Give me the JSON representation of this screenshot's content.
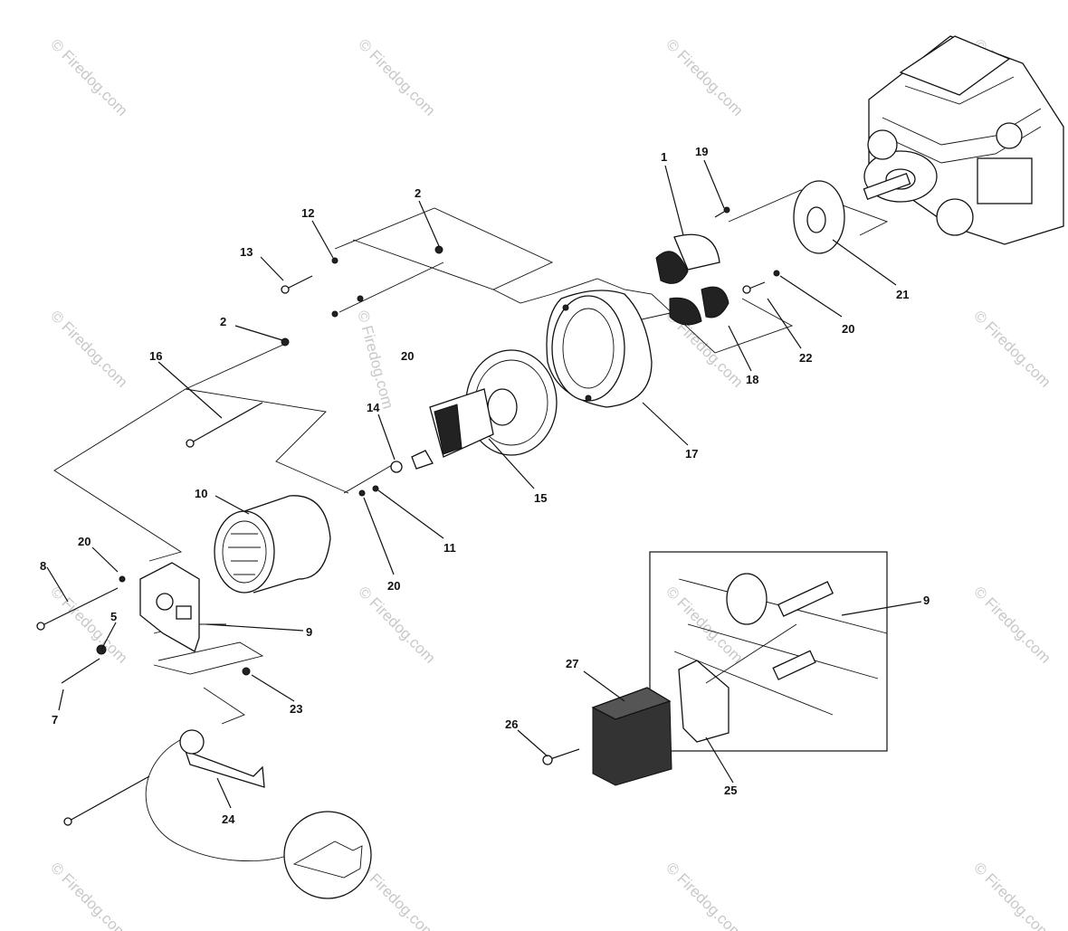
{
  "watermark": "© Firedog.com",
  "callouts": [
    {
      "id": "c1",
      "text": "1"
    },
    {
      "id": "c19",
      "text": "19"
    },
    {
      "id": "c2a",
      "text": "2"
    },
    {
      "id": "c12",
      "text": "12"
    },
    {
      "id": "c13",
      "text": "13"
    },
    {
      "id": "c2b",
      "text": "2"
    },
    {
      "id": "c20a",
      "text": "20"
    },
    {
      "id": "c16",
      "text": "16"
    },
    {
      "id": "c14",
      "text": "14"
    },
    {
      "id": "c15",
      "text": "15"
    },
    {
      "id": "c17",
      "text": "17"
    },
    {
      "id": "c18",
      "text": "18"
    },
    {
      "id": "c22",
      "text": "22"
    },
    {
      "id": "c20b",
      "text": "20"
    },
    {
      "id": "c21",
      "text": "21"
    },
    {
      "id": "c10",
      "text": "10"
    },
    {
      "id": "c11",
      "text": "11"
    },
    {
      "id": "c20c",
      "text": "20"
    },
    {
      "id": "c20d",
      "text": "20"
    },
    {
      "id": "c8",
      "text": "8"
    },
    {
      "id": "c5",
      "text": "5"
    },
    {
      "id": "c9a",
      "text": "9"
    },
    {
      "id": "c7",
      "text": "7"
    },
    {
      "id": "c23",
      "text": "23"
    },
    {
      "id": "c24",
      "text": "24"
    },
    {
      "id": "c9b",
      "text": "9"
    },
    {
      "id": "c27",
      "text": "27"
    },
    {
      "id": "c26",
      "text": "26"
    },
    {
      "id": "c25",
      "text": "25"
    }
  ]
}
